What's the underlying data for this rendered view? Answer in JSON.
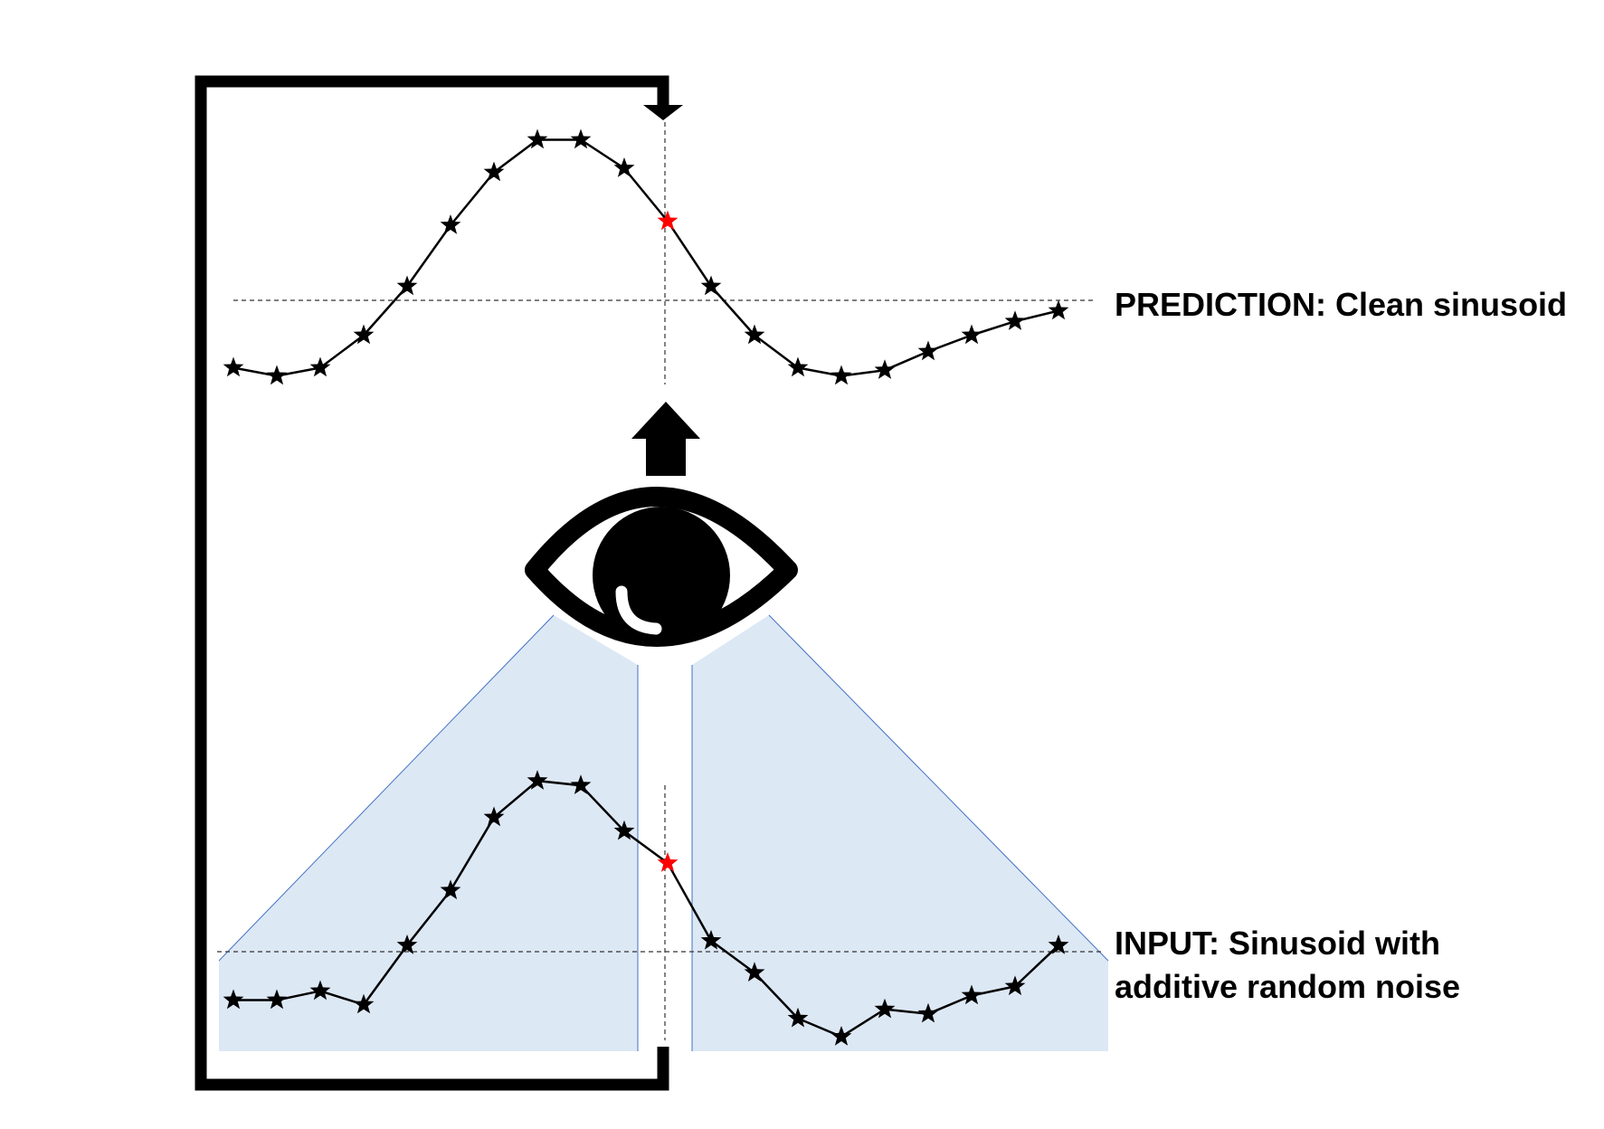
{
  "labels": {
    "prediction": "PREDICTION: Clean sinusoid",
    "input_line1": "INPUT: Sinusoid with",
    "input_line2": "additive random noise"
  },
  "icons": {
    "observer": "eye-icon",
    "flow_up": "up-arrow-icon",
    "feedback": "feedback-loop-arrow-icon",
    "marker": "star-icon"
  },
  "colors": {
    "line": "#000000",
    "highlight": "#ff0000",
    "field_of_view": "#dde8f5",
    "field_of_view_edge": "#4472c4"
  },
  "series": {
    "prediction": {
      "values": [
        -0.85,
        -0.95,
        -0.85,
        -0.45,
        0.15,
        0.9,
        1.55,
        1.95,
        1.95,
        1.6,
        0.95,
        0.15,
        -0.45,
        -0.85,
        -0.95,
        -0.88,
        -0.65,
        -0.45,
        -0.28,
        -0.15
      ],
      "highlight_index": 10
    },
    "input": {
      "values": [
        -0.55,
        -0.55,
        -0.45,
        -0.6,
        0.05,
        0.65,
        1.45,
        1.85,
        1.8,
        1.3,
        0.95,
        0.1,
        -0.25,
        -0.75,
        -0.95,
        -0.65,
        -0.7,
        -0.5,
        -0.4,
        0.05
      ],
      "highlight_index": 10
    }
  }
}
